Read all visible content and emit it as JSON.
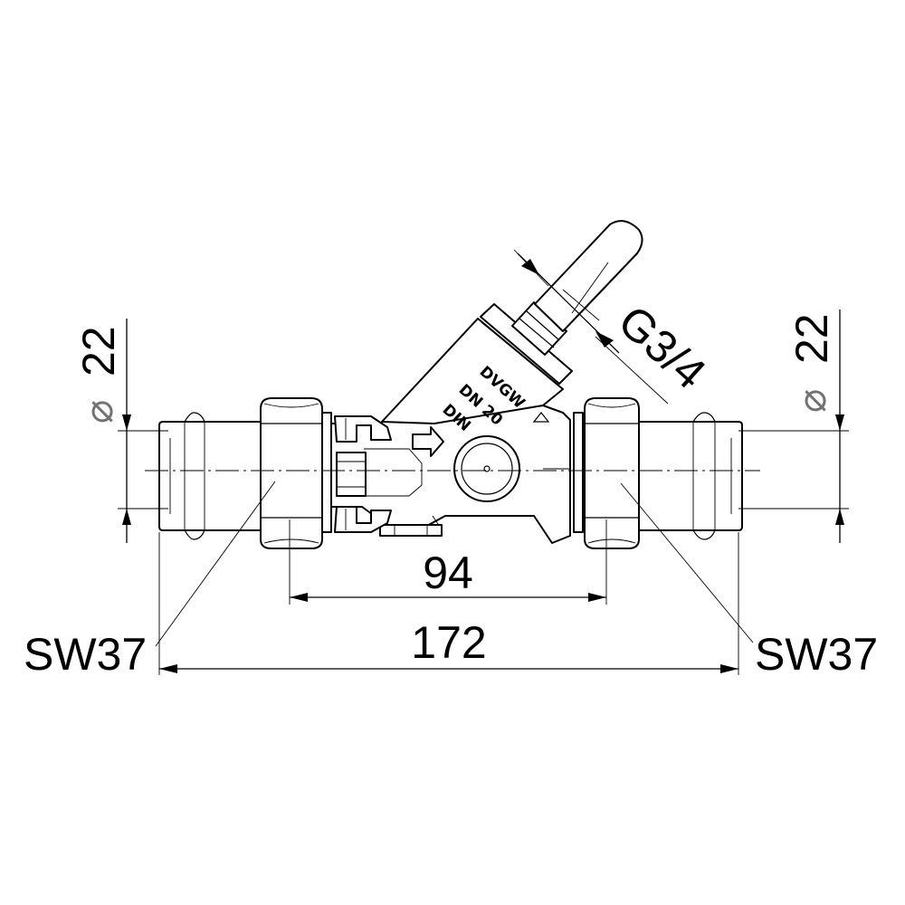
{
  "drawing": {
    "dimensions": {
      "pipe_diameter_left": "22",
      "pipe_diameter_right": "22",
      "diameter_symbol": "⌀",
      "inner_length": "94",
      "overall_length": "172",
      "thread": "G3/4",
      "wrench_left": "SW37",
      "wrench_right": "SW37"
    },
    "body_markings": {
      "line1": "DVGW",
      "line2": "DN 20",
      "line3": "DIN"
    }
  }
}
